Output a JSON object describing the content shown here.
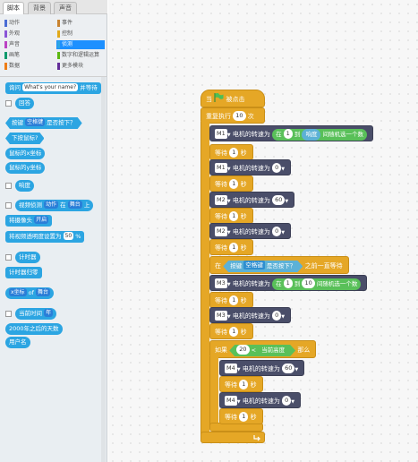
{
  "tabs": [
    "脚本",
    "背景",
    "声音"
  ],
  "categories": [
    {
      "label": "动作",
      "color": "#4a6cd4"
    },
    {
      "label": "外观",
      "color": "#8a55d7"
    },
    {
      "label": "声音",
      "color": "#bb42c3"
    },
    {
      "label": "画笔",
      "color": "#0e9a6c"
    },
    {
      "label": "数据",
      "color": "#ee7d16"
    },
    {
      "label": "事件",
      "color": "#c88330"
    },
    {
      "label": "控制",
      "color": "#e1a91a"
    },
    {
      "label": "侦测",
      "color": "#2ca5e2"
    },
    {
      "label": "数字和逻辑运算",
      "color": "#5cb712"
    },
    {
      "label": "更多模块",
      "color": "#632d99"
    }
  ],
  "palette": {
    "ask": "询问",
    "ask_default": "What's your name?",
    "ask_suffix": "并等待",
    "answer": "回答",
    "key_pressed_prefix": "按键",
    "key_pressed_key": "空格键",
    "key_pressed_suffix": "是否按下？",
    "mouse_down": "下按鼠标?",
    "mouse_x": "鼠标的x坐标",
    "mouse_y": "鼠标的y坐标",
    "loudness": "响度",
    "video_motion_prefix": "视频侦测",
    "video_motion_drop": "动作",
    "video_motion_mid": "在",
    "video_motion_target": "舞台",
    "video_motion_suffix": "上",
    "video_turn": "将摄像头",
    "video_turn_drop": "开启",
    "video_transp_prefix": "将视频透明度设置为",
    "video_transp_val": "50",
    "video_transp_suffix": "%",
    "timer": "计时器",
    "reset_timer": "计时器归零",
    "of_attr": "x坐标",
    "of_word": "of",
    "of_target": "舞台",
    "current_prefix": "当前时间",
    "current_drop": "年",
    "days_since": "2000年之后的天数",
    "username": "用户名"
  },
  "script": {
    "hat": "当",
    "hat_suffix": "被点击",
    "repeat": "重复执行",
    "repeat_count": "10",
    "repeat_suffix": "次",
    "random_block": {
      "motor": "M1",
      "text": "电机的转速为",
      "in": "在",
      "from": "1",
      "to_word": "到",
      "to_value": "响度",
      "suffix": "间随机选一个数"
    },
    "wait_word": "等待",
    "wait_sec": "1",
    "sec_word": "秒",
    "set_m1_0": {
      "motor": "M1",
      "text": "电机的转速为",
      "value": "0"
    },
    "set_m2_60": {
      "motor": "M2",
      "text": "电机的转速为",
      "value": "60"
    },
    "set_m2_0": {
      "motor": "M2",
      "text": "电机的转速为",
      "value": "0"
    },
    "wait_until_prefix": "在",
    "wait_until_key_word": "按键",
    "wait_until_key": "空格键",
    "wait_until_pressed": "是否按下？",
    "wait_until_suffix": "之前一直等待",
    "random_block2": {
      "motor": "M3",
      "text": "电机的转速为",
      "in": "在",
      "from": "1",
      "to_word": "到",
      "to_value": "10",
      "suffix": "间随机选一个数"
    },
    "set_m3_0": {
      "motor": "M3",
      "text": "电机的转速为",
      "value": "0"
    },
    "if_word": "如果",
    "if_left": "20",
    "if_op": "<",
    "if_right": "当前高度",
    "if_then": "那么",
    "set_m4_60": {
      "motor": "M4",
      "text": "电机的转速为",
      "value": "60"
    },
    "set_m4_0": {
      "motor": "M4",
      "text": "电机的转速为",
      "value": "0"
    }
  }
}
